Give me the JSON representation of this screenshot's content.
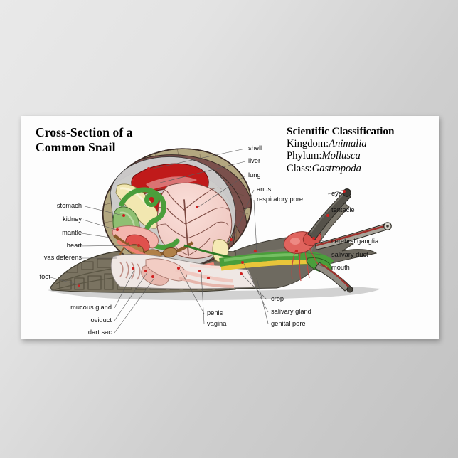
{
  "poster": {
    "title": "Cross-Section of a\nCommon Snail",
    "classification": {
      "heading": "Scientific Classification",
      "rows": [
        {
          "rank": "Kingdom:",
          "value": "Animalia"
        },
        {
          "rank": "Phylum:",
          "value": "Mollusca"
        },
        {
          "rank": "Class:",
          "value": "Gastropoda"
        }
      ]
    },
    "labels": {
      "shell": "shell",
      "liver": "liver",
      "lung": "lung",
      "anus": "anus",
      "respiratory_pore": "respiratory pore",
      "eye": "eye",
      "tentacle": "tentacle",
      "cerebral_ganglia": "cerebral ganglia",
      "salivary_duct": "salivary duct",
      "mouth": "mouth",
      "stomach": "stomach",
      "kidney": "kidney",
      "mantle": "mantle",
      "heart": "heart",
      "vas_deferens": "vas deferens",
      "foot": "foot",
      "mucous_gland": "mucous gland",
      "oviduct": "oviduct",
      "dart_sac": "dart sac",
      "penis": "penis",
      "vagina": "vagina",
      "crop": "crop",
      "salivary_gland": "salivary gland",
      "genital_pore": "genital pore"
    },
    "colors": {
      "sheet": "#fdfdfd",
      "shell_dark_band": "#7a504c",
      "shell_light_band": "#b3a780",
      "lung_pink": "#f3cfc9",
      "digestive_green": "#3f9a35",
      "heart_red": "#cf2020",
      "foot_olive": "#77705a",
      "body_gray": "#6e6a60",
      "leader_line": "#5a5a5a",
      "anchor_dot": "#d02020"
    }
  }
}
